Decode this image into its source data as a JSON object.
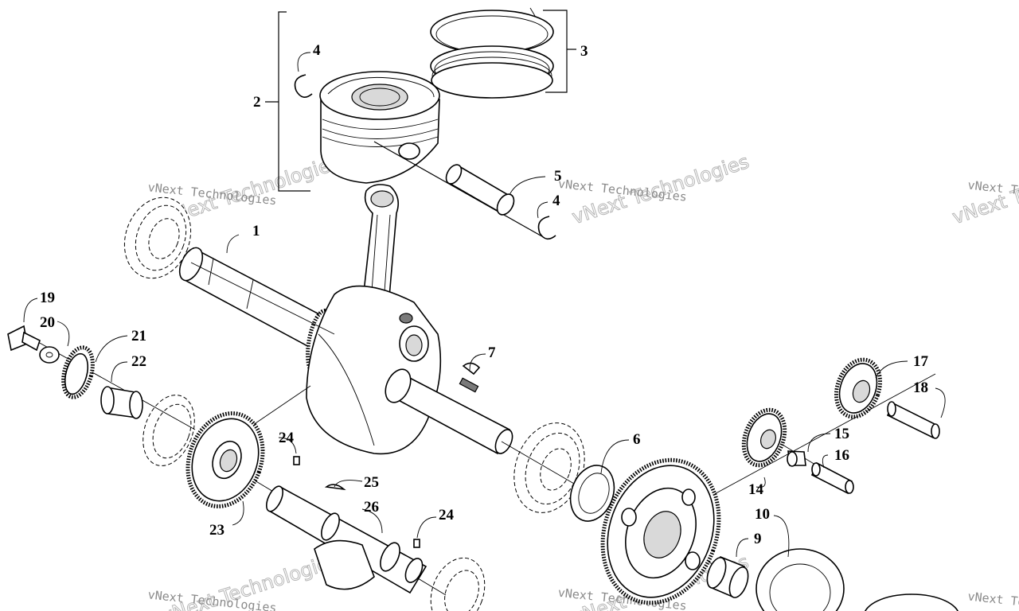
{
  "diagram": {
    "callouts": [
      {
        "id": "c1",
        "label": "1"
      },
      {
        "id": "c2",
        "label": "2"
      },
      {
        "id": "c3",
        "label": "3"
      },
      {
        "id": "c4a",
        "label": "4"
      },
      {
        "id": "c4b",
        "label": "4"
      },
      {
        "id": "c5",
        "label": "5"
      },
      {
        "id": "c6",
        "label": "6"
      },
      {
        "id": "c7",
        "label": "7"
      },
      {
        "id": "c9",
        "label": "9"
      },
      {
        "id": "c10",
        "label": "10"
      },
      {
        "id": "c14",
        "label": "14"
      },
      {
        "id": "c15",
        "label": "15"
      },
      {
        "id": "c16",
        "label": "16"
      },
      {
        "id": "c17",
        "label": "17"
      },
      {
        "id": "c18",
        "label": "18"
      },
      {
        "id": "c19",
        "label": "19"
      },
      {
        "id": "c20",
        "label": "20"
      },
      {
        "id": "c21",
        "label": "21"
      },
      {
        "id": "c22",
        "label": "22"
      },
      {
        "id": "c23",
        "label": "23"
      },
      {
        "id": "c24a",
        "label": "24"
      },
      {
        "id": "c24b",
        "label": "24"
      },
      {
        "id": "c25",
        "label": "25"
      },
      {
        "id": "c26",
        "label": "26"
      }
    ],
    "watermark": {
      "line1": "vNext Technologies",
      "line2": "vNext Technologies"
    }
  }
}
